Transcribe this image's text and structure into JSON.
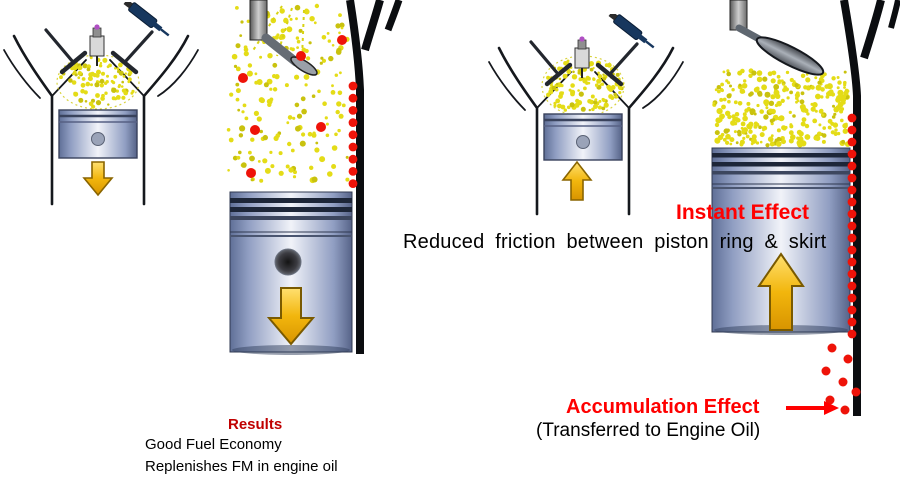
{
  "colors": {
    "effect_red": "#ff0000",
    "results_red": "#c00000",
    "mist_yellow": "#e4dc17",
    "mist_yellow_dark": "#c9c20e",
    "droplet_red": "#ee1309",
    "arrow_gold": "#f2b60d",
    "text_black": "#000000"
  },
  "left_section": {
    "results_heading": "Results",
    "results_items": [
      "Good Fuel Economy",
      "Replenishes FM in engine oil"
    ]
  },
  "right_section": {
    "instant_effect": "Instant Effect",
    "friction_note": "Reduced friction between piston ring & skirt",
    "accumulation_effect": "Accumulation Effect",
    "accumulation_sub": "(Transferred to Engine Oil)"
  }
}
